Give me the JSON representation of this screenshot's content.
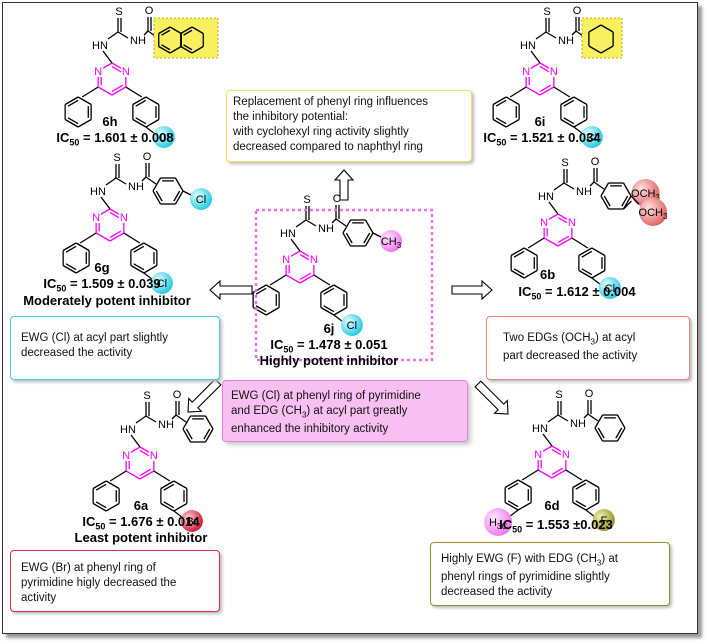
{
  "compounds": {
    "h": {
      "id": "6h",
      "ic50": "1.601 ± 0.008"
    },
    "i": {
      "id": "6i",
      "ic50": "1.521 ± 0.034"
    },
    "g": {
      "id": "6g",
      "ic50": "1.509 ± 0.039",
      "note": "Moderately potent inhibitor"
    },
    "j": {
      "id": "6j",
      "ic50": "1.478 ± 0.051",
      "note": "Highly potent inhibitor"
    },
    "b": {
      "id": "6b",
      "ic50": "1.612 ± 0.004"
    },
    "a": {
      "id": "6a",
      "ic50": "1.676 ± 0.014",
      "note": "Least potent inhibitor"
    },
    "d": {
      "id": "6d",
      "ic50": "1.553 ±0.023"
    }
  },
  "ic50_prefix": "IC",
  "ic50_sub": "50",
  "ic50_eq": " = ",
  "notes": {
    "top": [
      "Replacement of phenyl ring influences",
      "the inhibitory potential:",
      "with cyclohexyl ring activity slightly",
      "decreased compared to naphthyl ring"
    ],
    "left": [
      "EWG (Cl)  at acyl part slightly",
      "decreased the activity"
    ],
    "right": [
      "Two EDGs (OCH",
      "3",
      ") at  acyl",
      "part decreased the activity"
    ],
    "center": [
      "EWG (Cl) at phenyl ring of pyrimidine",
      "and EDG (CH",
      "3",
      ") at acyl part greatly",
      "enhanced the inhibitory activity"
    ],
    "bottom_left": [
      "EWG (Br)  at phenyl ring of",
      "pyrimidine higly decreased the",
      "activity"
    ],
    "bottom_right": [
      "Highly EWG (F) with EDG (CH",
      "3",
      ")  at",
      "phenyl rings of pyrimidine slightly",
      "decreased the activity"
    ]
  },
  "atoms": {
    "S": "S",
    "O": "O",
    "NH": "NH",
    "HN": "HN",
    "N": "N",
    "Cl": "Cl",
    "Br": "Br",
    "F": "F",
    "CH3": "CH",
    "H3C": "H",
    "OCH3": "OCH",
    "three": "3"
  },
  "colors": {
    "pyrimidine": "#ff00ff",
    "chlorine_circle": "#40e0f0",
    "bromine_circle": "#e02040",
    "fluorine_circle": "#a0a030",
    "methyl_circle": "#ff80ff",
    "methoxy_circle": "#f08080",
    "highlight": "#f8f060",
    "note_top_border": "#f0e060",
    "note_left_border": "#40d0e0",
    "note_right_border": "#f08080",
    "note_center_fill": "#f8c0f0",
    "note_bl_border": "#e03040",
    "note_br_border": "#909030"
  }
}
